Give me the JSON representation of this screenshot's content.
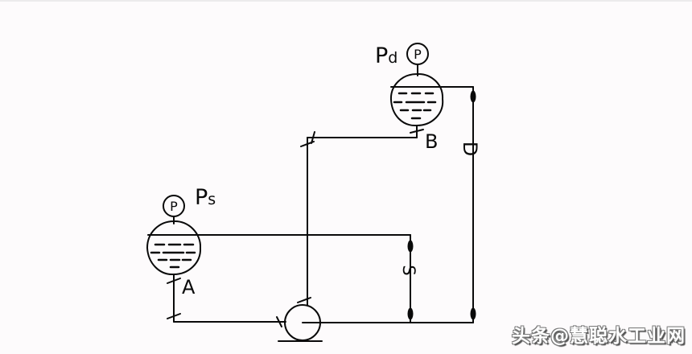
{
  "diagram": {
    "title": "pump-suction-discharge-piping-schematic",
    "gauges": {
      "dial_letter": "P",
      "suction": {
        "main": "P",
        "sub": "s"
      },
      "discharge": {
        "main": "P",
        "sub": "d"
      }
    },
    "tanks": {
      "suction_label": "A",
      "discharge_label": "B"
    },
    "pipes": {
      "suction_line_label": "S",
      "discharge_line_label": "D"
    }
  },
  "watermark": "头条@慧聪水工业网",
  "colors": {
    "line": "#0a0a0a",
    "background": "#fdfbfc",
    "watermark_fill": "#ffffff",
    "watermark_shadow": "#5a5a5a"
  }
}
